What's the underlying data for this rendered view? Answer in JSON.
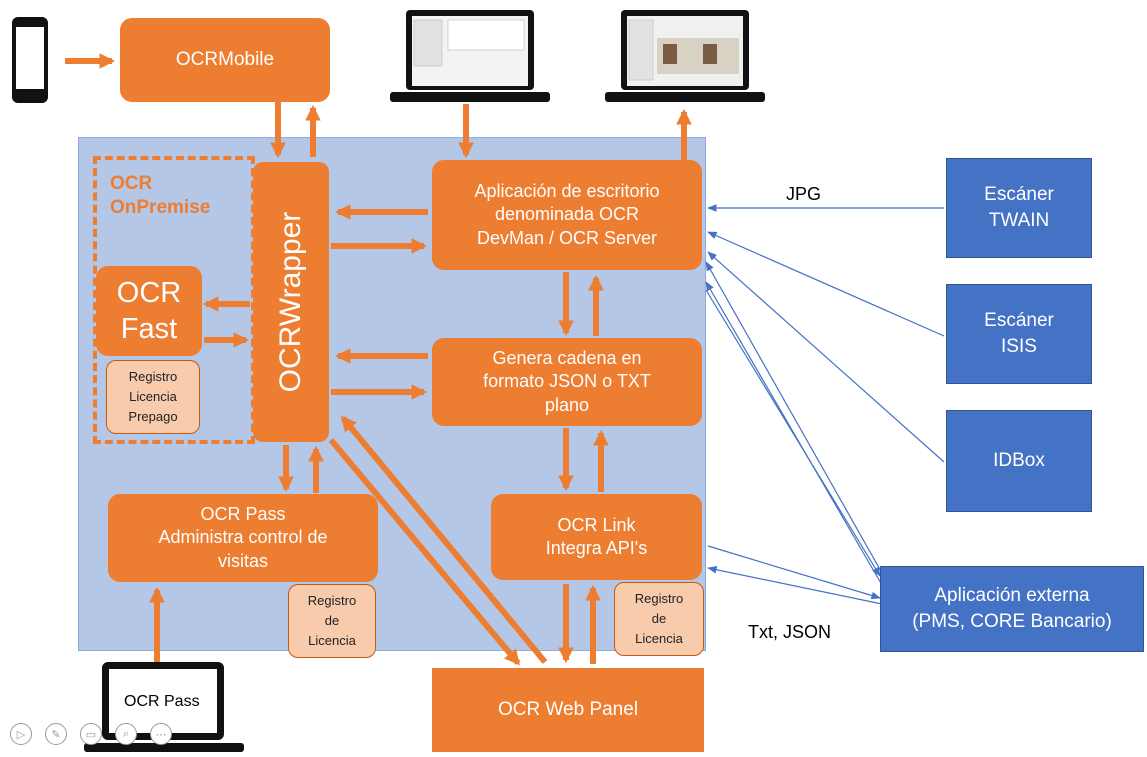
{
  "nodes": {
    "ocrmobile": "OCRMobile",
    "onpremise_label": "OCR\nOnPremise",
    "ocrwrapper": "OCRWrapper",
    "ocrfast": "OCR\nFast",
    "registro_prepago": "Registro\nLicencia\nPrepago",
    "aplicacion": "Aplicación de escritorio\ndenominada OCR\nDevMan / OCR Server",
    "genera": "Genera cadena en\nformato JSON o TXT\nplano",
    "ocrpass": "OCR Pass\nAdministra control de\nvisitas",
    "registro_pass": "Registro\nde\nLicencia",
    "ocrlink": "OCR Link\nIntegra API's",
    "registro_link": "Registro\nde\nLicencia",
    "webpanel": "OCR Web Panel",
    "laptop_pass": "OCR Pass"
  },
  "external": {
    "twain": "Escáner\nTWAIN",
    "isis": "Escáner\nISIS",
    "idbox": "IDBox",
    "app_externa": "Aplicación externa\n(PMS, CORE Bancario)"
  },
  "labels": {
    "jpg": "JPG",
    "txt_json": "Txt, JSON"
  },
  "colors": {
    "orange": "#ed7d31",
    "blue": "#4472c4",
    "panel": "#b4c7e7",
    "peach": "#f8cbad"
  },
  "icons": [
    "phone-icon",
    "laptop-icon",
    "play-icon",
    "pen-icon",
    "screen-icon",
    "zoom-icon",
    "more-icon"
  ]
}
